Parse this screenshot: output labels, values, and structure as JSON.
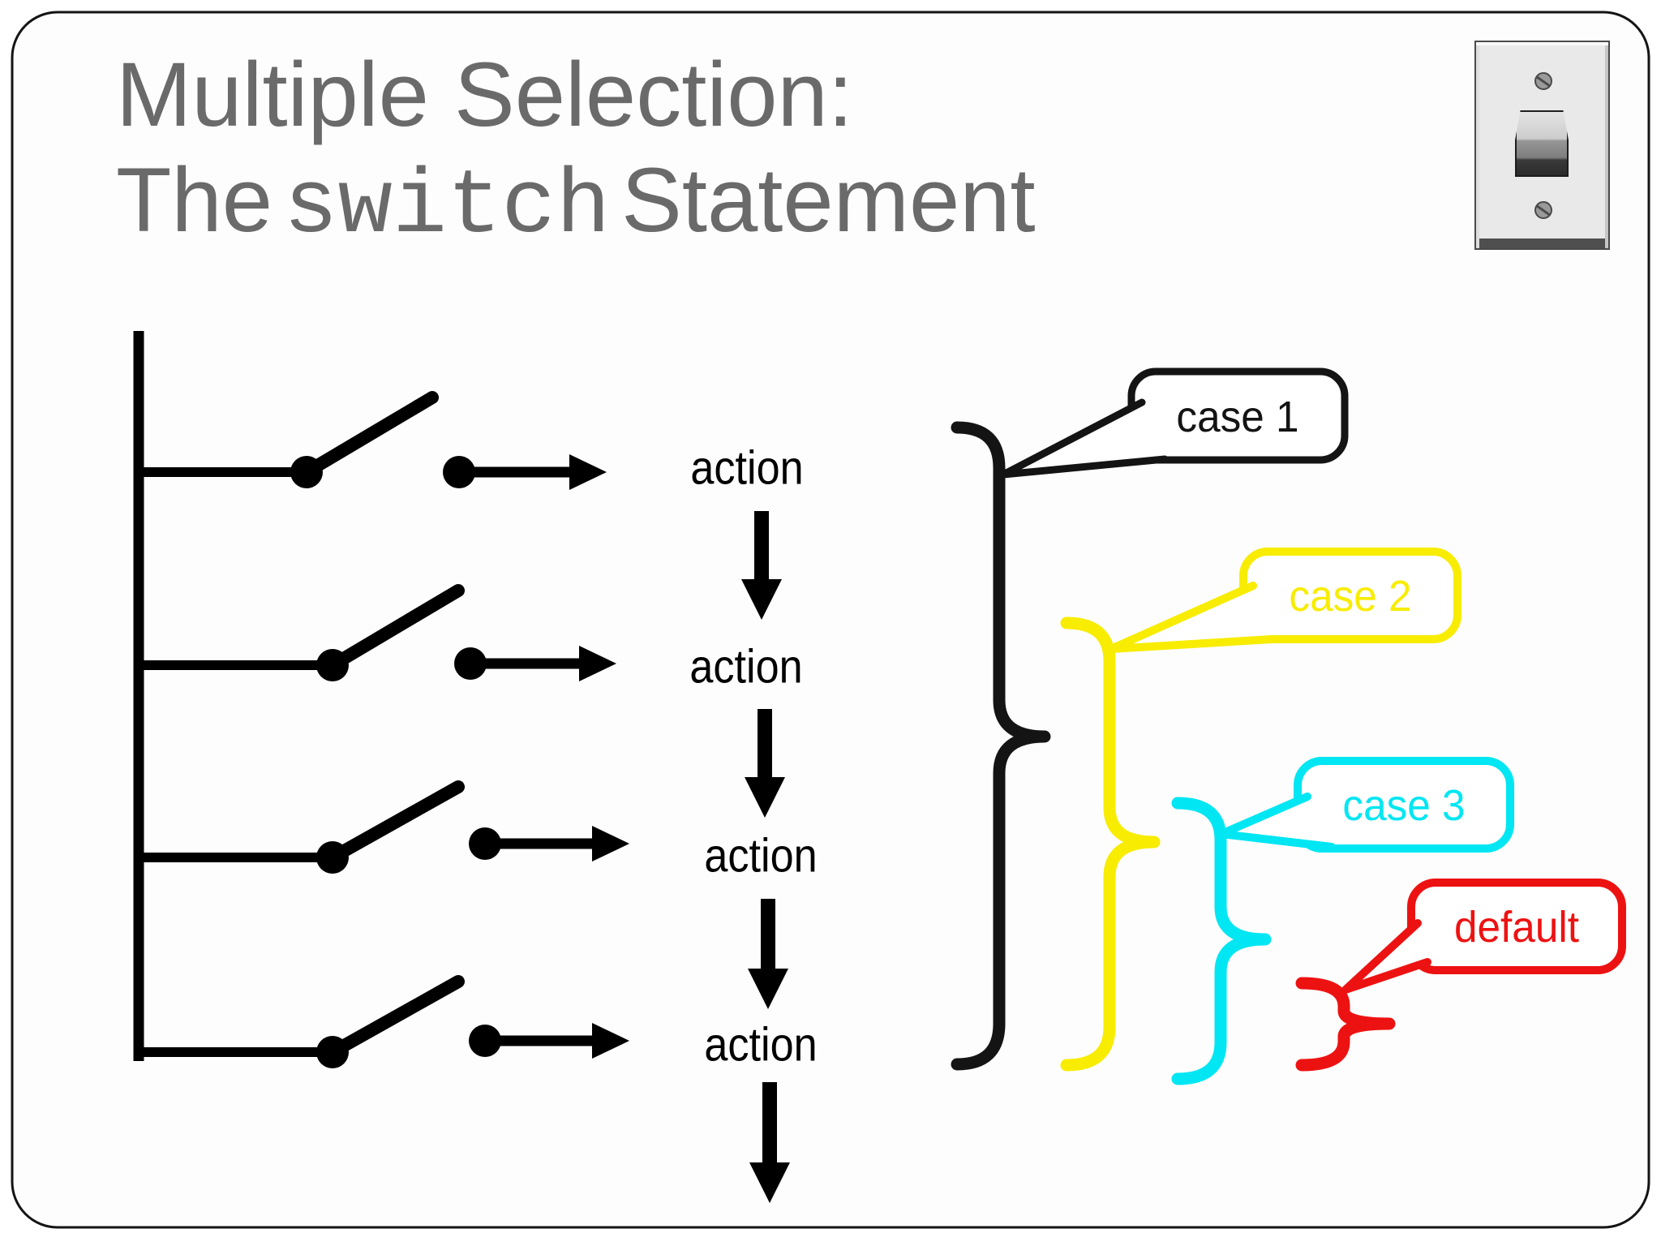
{
  "slide": {
    "title": {
      "line1": "Multiple Selection:",
      "line2_prefix": "The",
      "line2_code": "switch",
      "line2_suffix": "Statement"
    }
  },
  "flow": {
    "actions": [
      "action",
      "action",
      "action",
      "action"
    ]
  },
  "callouts": {
    "case1": "case 1",
    "case2": "case 2",
    "case3": "case 3",
    "default": "default"
  },
  "colors": {
    "title_gray": "#6a6a6a",
    "ink_black": "#141414",
    "case2_yellow": "#F8EC00",
    "case3_cyan": "#00E6F2",
    "default_red": "#ED1212"
  }
}
